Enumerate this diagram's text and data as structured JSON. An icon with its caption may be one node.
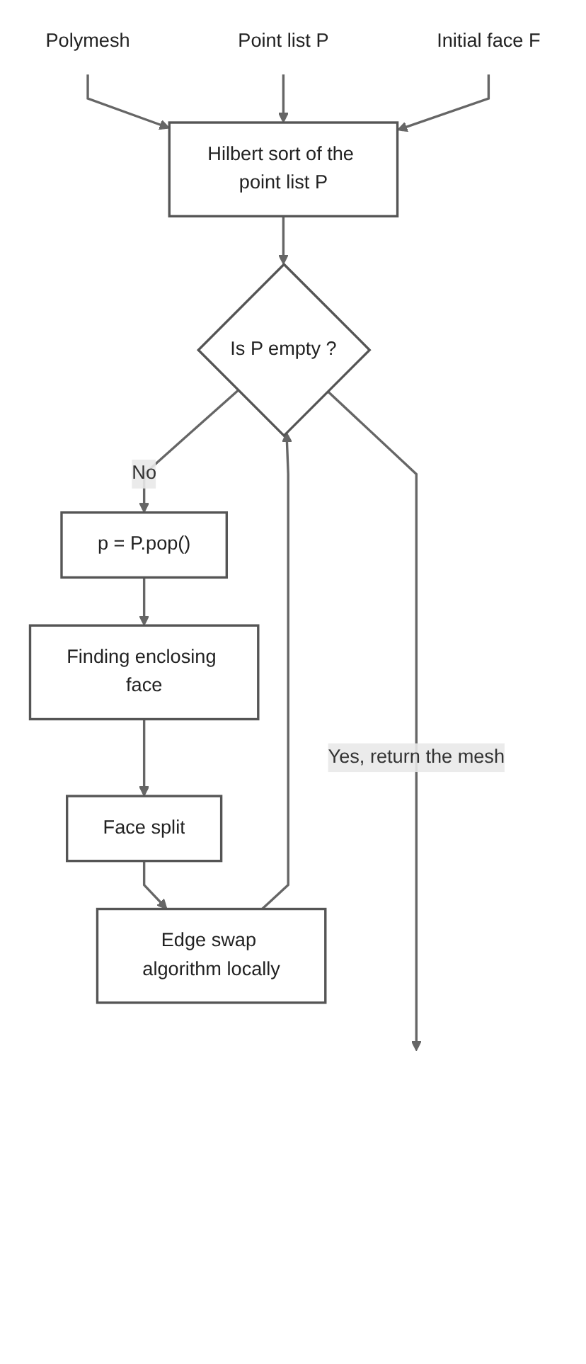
{
  "diagram": {
    "nodes": [
      {
        "text": [
          "Polymesh"
        ]
      },
      {
        "text": [
          "Point list P"
        ]
      },
      {
        "text": [
          "Initial face F"
        ]
      },
      {
        "text": [
          "Hilbert sort of the point list P"
        ]
      },
      {
        "text": [
          "Is P empty ?"
        ]
      },
      {
        "text": [
          "p = P.pop()"
        ]
      },
      {
        "text": [
          "Finding enclosing face"
        ]
      },
      {
        "text": [
          "Face split"
        ]
      },
      {
        "text": [
          "Edge swap algorithm locally"
        ]
      }
    ],
    "edges": [
      {
        "from": 0,
        "to": 3,
        "arrow": "to"
      },
      {
        "from": 1,
        "to": 3,
        "arrow": "to"
      },
      {
        "from": 2,
        "to": 3,
        "arrow": "to"
      },
      {
        "from": 3,
        "to": 4,
        "arrow": "to"
      },
      {
        "from": 4,
        "to": 5,
        "arrow": "to",
        "label": "No"
      },
      {
        "from": 5,
        "to": 6,
        "arrow": "to"
      },
      {
        "from": 6,
        "to": 7,
        "arrow": "to"
      },
      {
        "from": 7,
        "to": 8,
        "arrow": "to"
      },
      {
        "from": 8,
        "to": 4,
        "arrow": "to"
      },
      {
        "from": 4,
        "to": null,
        "arrow": "to",
        "label": "Yes, return the mesh"
      }
    ]
  }
}
